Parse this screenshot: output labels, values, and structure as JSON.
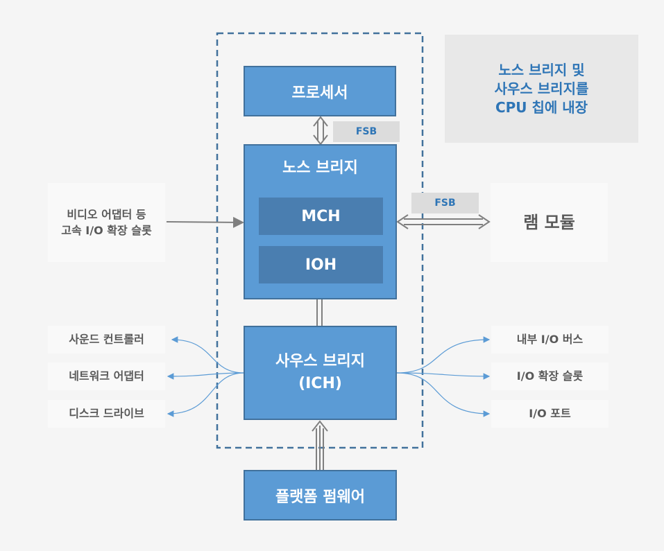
{
  "processor": "프로세서",
  "fsb_top": "FSB",
  "fsb_right": "FSB",
  "north_bridge": {
    "title": "노스 브리지",
    "mch": "MCH",
    "ioh": "IOH"
  },
  "south_bridge": "사우스 브리지\n(ICH)",
  "firmware": "플랫폼 펌웨어",
  "ram": "램 모듈",
  "video": "비디오 어댑터 등\n고속 I/O 확장 슬롯",
  "left_items": [
    "사운드 컨트롤러",
    "네트워크 어댑터",
    "디스크 드라이브"
  ],
  "right_items": [
    "내부 I/O 버스",
    "I/O 확장 슬롯",
    "I/O 포트"
  ],
  "note": "노스 브리지 및\n사우스 브리지를\nCPU 칩에 내장",
  "colors": {
    "box_fill": "#5b9bd5",
    "box_border": "#41719c",
    "inner_fill": "#4a7eb0",
    "accent_text": "#2e75b6",
    "connector_gray": "#7f7f7f",
    "connector_blue": "#5b9bd5",
    "dashed_border": "#41719c"
  }
}
